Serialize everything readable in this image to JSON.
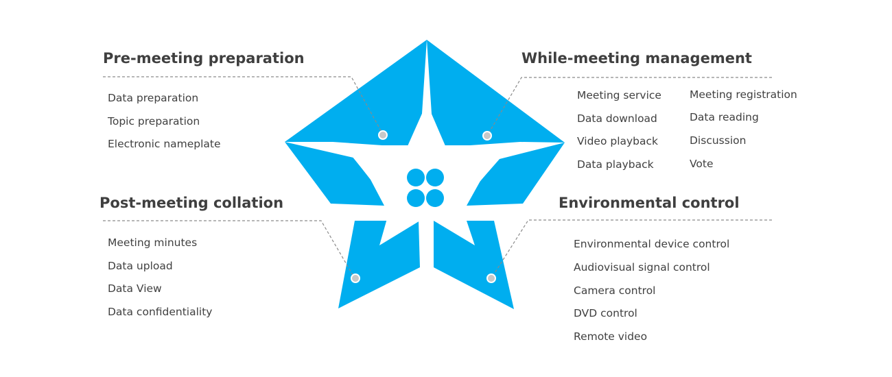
{
  "colors": {
    "star": "#00aeef",
    "heading": "#3f3f3f",
    "item": "#404040",
    "dash": "#8a8a8a",
    "icon": "#00aeef"
  },
  "center_icon": "four-dots-grid-icon",
  "sections": {
    "pre_meeting": {
      "title": "Pre-meeting preparation",
      "items": [
        "Data preparation",
        "Topic preparation",
        "Electronic nameplate"
      ]
    },
    "while_meeting": {
      "title": "While-meeting management",
      "items_left": [
        "Meeting service",
        "Data download",
        "Video playback",
        "Data playback"
      ],
      "items_right": [
        "Meeting registration",
        "Data reading",
        "Discussion",
        "Vote"
      ]
    },
    "post_meeting": {
      "title": "Post-meeting collation",
      "items": [
        "Meeting minutes",
        "Data upload",
        "Data View",
        "Data confidentiality"
      ]
    },
    "environmental": {
      "title": "Environmental control",
      "items": [
        "Environmental device control",
        "Audiovisual signal control",
        "Camera control",
        "DVD control",
        "Remote video"
      ]
    }
  }
}
